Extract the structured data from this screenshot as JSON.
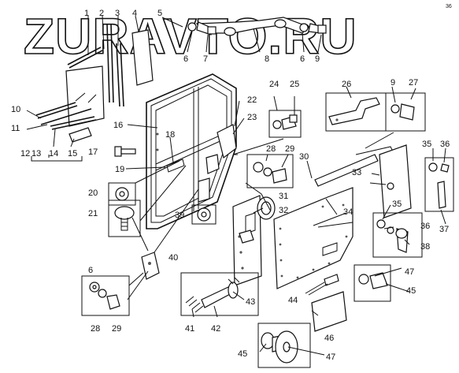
{
  "watermark": "ZURAVTO.RU",
  "corner_mark": "36",
  "labels": [
    {
      "id": "l1",
      "text": "1"
    },
    {
      "id": "l2",
      "text": "2"
    },
    {
      "id": "l3",
      "text": "3"
    },
    {
      "id": "l4",
      "text": "4"
    },
    {
      "id": "l5",
      "text": "5"
    },
    {
      "id": "l6a",
      "text": "6"
    },
    {
      "id": "l7",
      "text": "7"
    },
    {
      "id": "l8",
      "text": "8"
    },
    {
      "id": "l6b",
      "text": "6"
    },
    {
      "id": "l9a",
      "text": "9"
    },
    {
      "id": "l10",
      "text": "10"
    },
    {
      "id": "l11",
      "text": "11"
    },
    {
      "id": "l12",
      "text": "12"
    },
    {
      "id": "l13",
      "text": "13"
    },
    {
      "id": "l14",
      "text": "14"
    },
    {
      "id": "l15",
      "text": "15"
    },
    {
      "id": "l16",
      "text": "16"
    },
    {
      "id": "l17",
      "text": "17"
    },
    {
      "id": "l18",
      "text": "18"
    },
    {
      "id": "l19",
      "text": "19"
    },
    {
      "id": "l20",
      "text": "20"
    },
    {
      "id": "l21",
      "text": "21"
    },
    {
      "id": "l22",
      "text": "22"
    },
    {
      "id": "l23",
      "text": "23"
    },
    {
      "id": "l24",
      "text": "24"
    },
    {
      "id": "l25",
      "text": "25"
    },
    {
      "id": "l26",
      "text": "26"
    },
    {
      "id": "l9b",
      "text": "9"
    },
    {
      "id": "l27",
      "text": "27"
    },
    {
      "id": "l28a",
      "text": "28"
    },
    {
      "id": "l29a",
      "text": "29"
    },
    {
      "id": "l30",
      "text": "30"
    },
    {
      "id": "l31",
      "text": "31"
    },
    {
      "id": "l32",
      "text": "32"
    },
    {
      "id": "l33",
      "text": "33"
    },
    {
      "id": "l34",
      "text": "34"
    },
    {
      "id": "l35a",
      "text": "35"
    },
    {
      "id": "l36a",
      "text": "36"
    },
    {
      "id": "l37",
      "text": "37"
    },
    {
      "id": "l35b",
      "text": "35"
    },
    {
      "id": "l36b",
      "text": "36"
    },
    {
      "id": "l38",
      "text": "38"
    },
    {
      "id": "l39",
      "text": "39"
    },
    {
      "id": "l40",
      "text": "40"
    },
    {
      "id": "l6c",
      "text": "6"
    },
    {
      "id": "l28b",
      "text": "28"
    },
    {
      "id": "l29b",
      "text": "29"
    },
    {
      "id": "l41",
      "text": "41"
    },
    {
      "id": "l42",
      "text": "42"
    },
    {
      "id": "l43",
      "text": "43"
    },
    {
      "id": "l44",
      "text": "44"
    },
    {
      "id": "l45a",
      "text": "45"
    },
    {
      "id": "l46",
      "text": "46"
    },
    {
      "id": "l47a",
      "text": "47"
    },
    {
      "id": "l45b",
      "text": "45"
    },
    {
      "id": "l47b",
      "text": "47"
    }
  ]
}
